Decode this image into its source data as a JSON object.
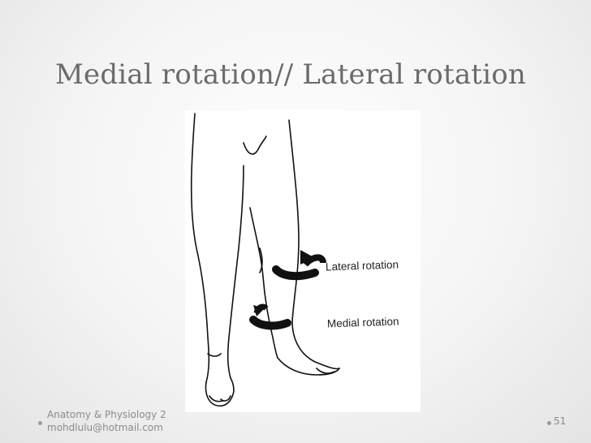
{
  "slide": {
    "title": "Medial rotation// Lateral rotation",
    "figure": {
      "lateral_label": "Lateral rotation",
      "medial_label": "Medial rotation"
    },
    "footer": {
      "course": "Anatomy & Physiology 2",
      "email": "mohdlulu@hotmail.com",
      "page_number": "51"
    }
  }
}
